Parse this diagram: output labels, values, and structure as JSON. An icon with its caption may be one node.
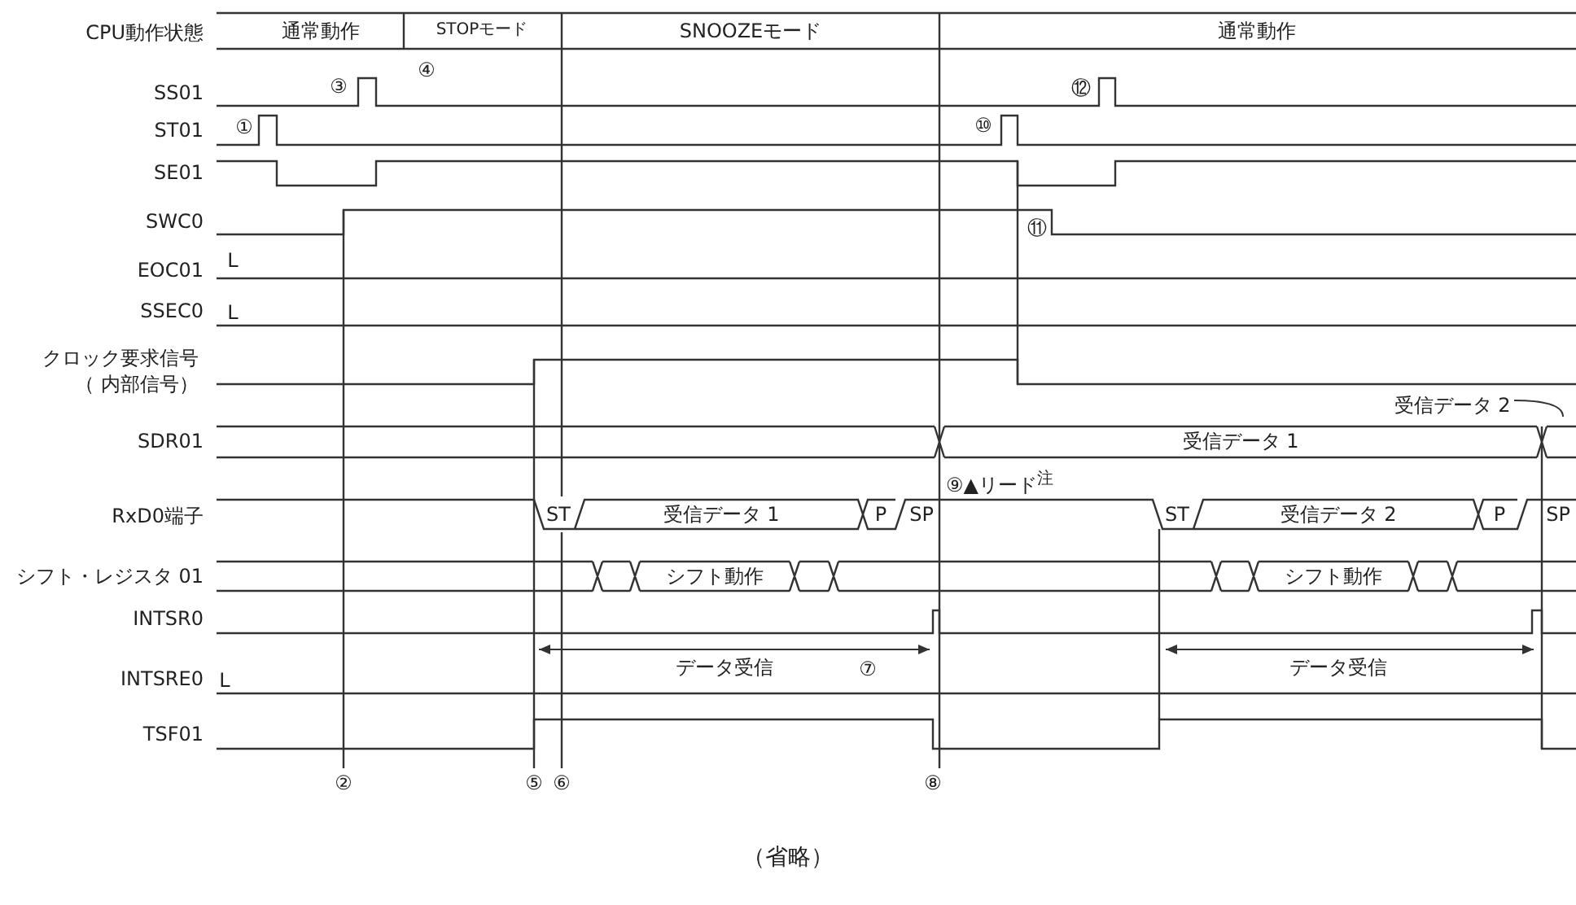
{
  "diagram": {
    "caption": "（省略）",
    "labels": [
      "CPU動作状態",
      "通常動作",
      "STOPモード",
      "SNOOZEモード",
      "通常動作",
      "SS01",
      "ST01",
      "SE01",
      "SWC0",
      "EOC01",
      "SSEC0",
      "クロック要求信号（ 内部信号）",
      "SDR01",
      "RxD0端子",
      "シフト・レジスタ 01",
      "INTSR0",
      "INTSRE0",
      "TSF01",
      "④",
      "③",
      "⑫",
      "①",
      "⑩",
      "L",
      "⑪",
      "L",
      "受信データ 2",
      "受信データ 1",
      "⑨▲リード$^{注}$",
      "ST",
      "受信データ 1",
      "P",
      "SP",
      "ST",
      "受信データ 2",
      "P",
      "SP",
      "シフト動作",
      "シフト動作",
      "データ受信",
      "⑦",
      "データ受信",
      "L",
      "②",
      "⑤",
      "⑥",
      "⑧"
    ]
  }
}
